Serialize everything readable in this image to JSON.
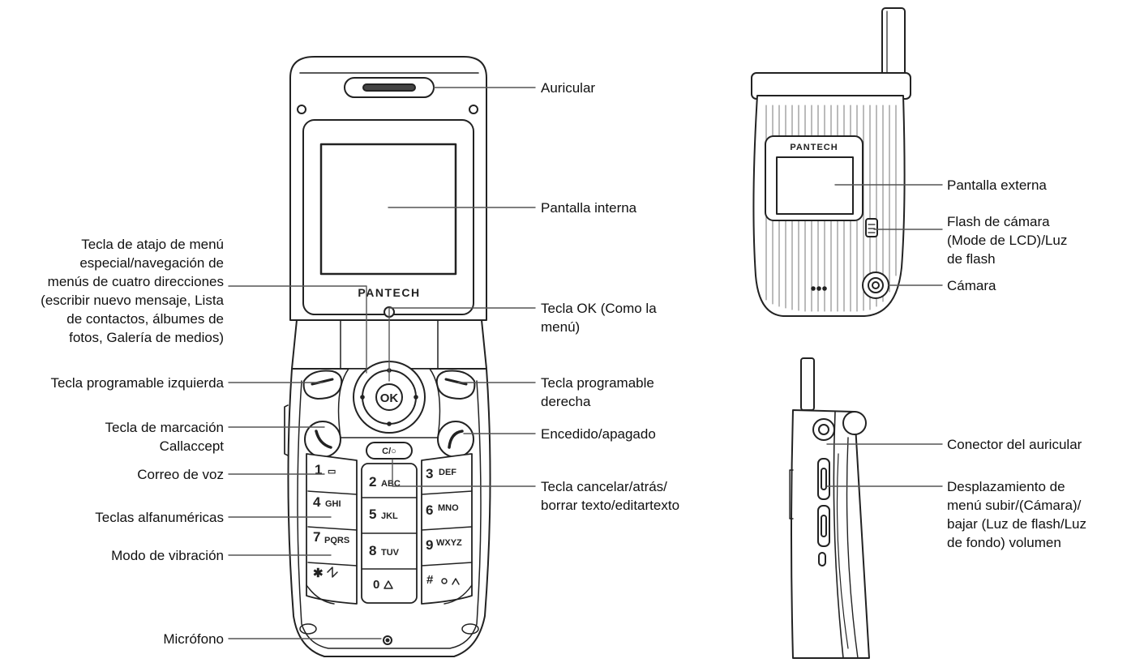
{
  "brand": "PANTECH",
  "keys": {
    "ok": "OK",
    "clear": "C/○",
    "k1": "1",
    "k1s": "▭",
    "k2": "2",
    "k2s": "ABC",
    "k3": "3",
    "k3s": "DEF",
    "k4": "4",
    "k4s": "GHI",
    "k5": "5",
    "k5s": "JKL",
    "k6": "6",
    "k6s": "MNO",
    "k7": "7",
    "k7s": "PQRS",
    "k8": "8",
    "k8s": "TUV",
    "k9": "9",
    "k9s": "WXYZ",
    "kstar": "✱",
    "kstars": "",
    "k0": "0",
    "k0s": "",
    "khash": "#",
    "khashs": ""
  },
  "labels": {
    "auricular": "Auricular",
    "pantalla_interna": "Pantalla interna",
    "tecla_atajo": "Tecla de atajo de menú\nespecial/navegación de\nmenús de cuatro direcciones\n(escribir nuevo mensaje, Lista\nde contactos, álbumes de\nfotos, Galería de medios)",
    "tecla_ok": "Tecla OK (Como la\nmenú)",
    "tecla_izquierda": "Tecla programable izquierda",
    "tecla_derecha": "Tecla programable\nderecha",
    "tecla_marcacion": "Tecla de marcación\nCallaccept",
    "encendido": "Encedido/apagado",
    "correo_voz": "Correo de voz",
    "tecla_cancelar": "Tecla cancelar/atrás/\nborrar texto/editartexto",
    "teclas_alfanumericas": "Teclas alfanuméricas",
    "modo_vibracion": "Modo de vibración",
    "microfono": "Micrófono",
    "pantalla_externa": "Pantalla externa",
    "flash_camara": "Flash de cámara\n(Mode de LCD)/Luz\nde flash",
    "camara": "Cámara",
    "conector_auricular": "Conector del auricular",
    "desplazamiento": "Desplazamiento de\nmenú subir/(Cámara)/\nbajar (Luz de flash/Luz\nde fondo) volumen"
  }
}
